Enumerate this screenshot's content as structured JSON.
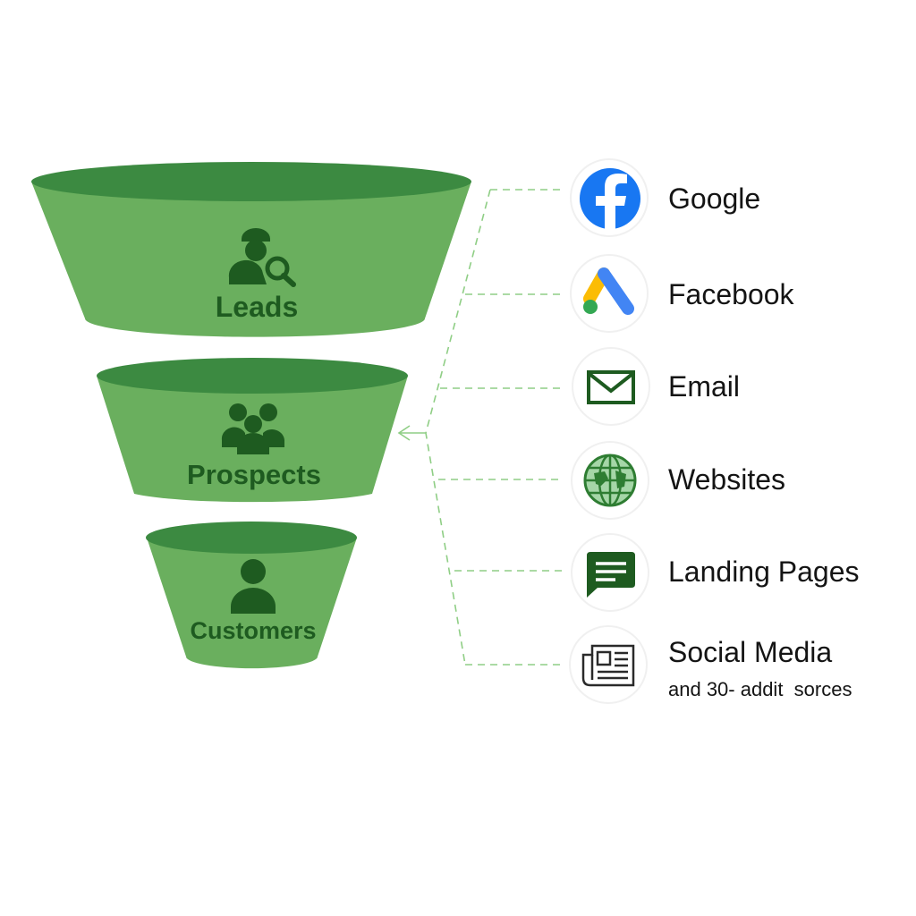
{
  "funnel": {
    "stages": [
      {
        "label": "Leads",
        "icon": "person-search-icon"
      },
      {
        "label": "Prospects",
        "icon": "group-icon"
      },
      {
        "label": "Customers",
        "icon": "person-icon"
      }
    ]
  },
  "sources": [
    {
      "label": "Google",
      "icon": "facebook-icon"
    },
    {
      "label": "Facebook",
      "icon": "google-ads-icon"
    },
    {
      "label": "Email",
      "icon": "envelope-icon"
    },
    {
      "label": "Websites",
      "icon": "globe-icon"
    },
    {
      "label": "Landing Pages",
      "icon": "chat-message-icon"
    },
    {
      "label": "Social Media",
      "sublabel": "and 30- addit  sorces",
      "icon": "newspaper-icon"
    }
  ],
  "colors": {
    "funnel_body": "#6aaf5e",
    "funnel_rim": "#3c8a41",
    "funnel_icon": "#1e5b20",
    "connector": "#8fce85",
    "facebook_blue": "#1877f2",
    "ads_blue": "#4285f4",
    "ads_yellow": "#fbbc04",
    "ads_green": "#34a853",
    "text": "#141414"
  }
}
